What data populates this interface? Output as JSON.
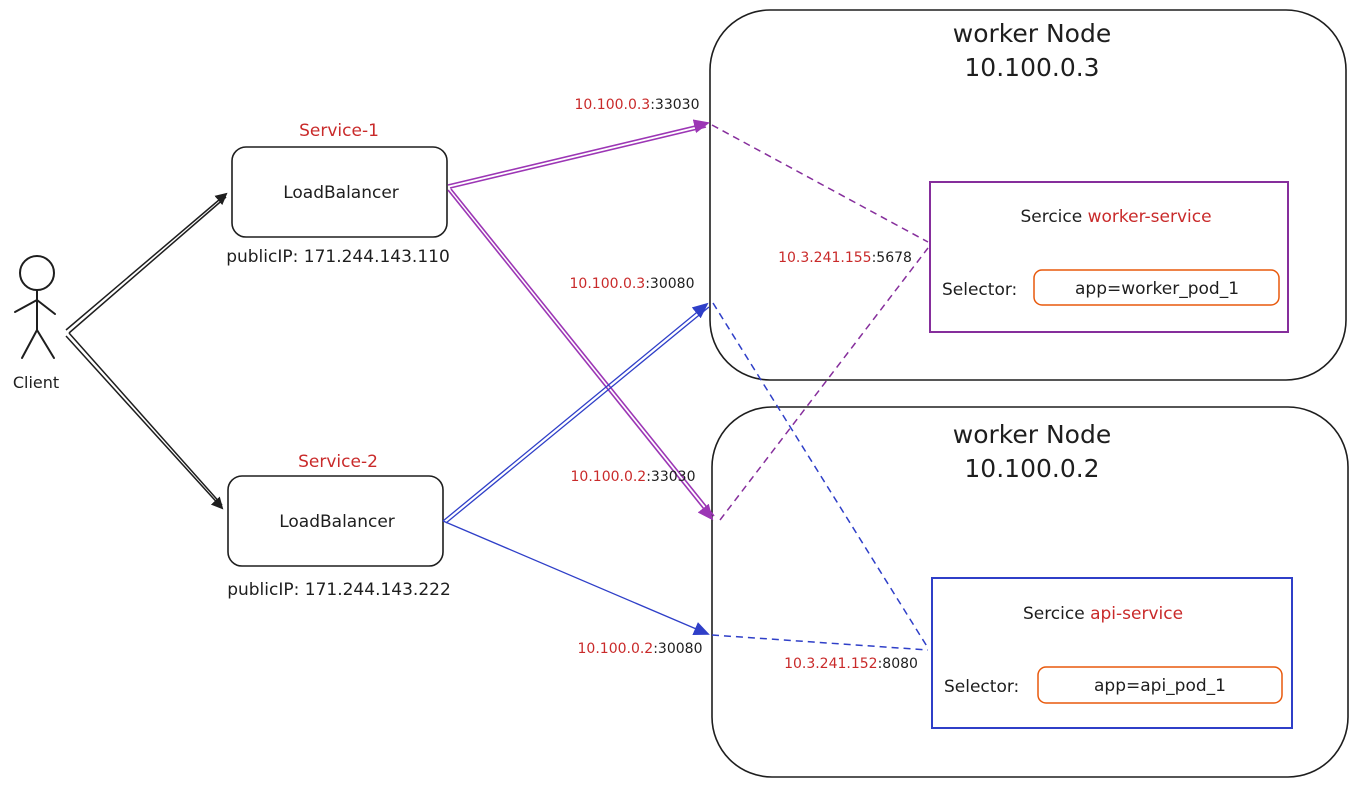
{
  "client": {
    "label": "Client"
  },
  "services": [
    {
      "name": "Service-1",
      "box_label": "LoadBalancer",
      "public_ip_prefix": "publicIP:",
      "public_ip": "171.244.143.110"
    },
    {
      "name": "Service-2",
      "box_label": "LoadBalancer",
      "public_ip_prefix": "publicIP:",
      "public_ip": "171.244.143.222"
    }
  ],
  "nodes": [
    {
      "title": "worker Node",
      "ip": "10.100.0.3",
      "service_prefix": "Sercice",
      "service_name": "worker-service",
      "selector_label": "Selector:",
      "selector_value": "app=worker_pod_1"
    },
    {
      "title": "worker Node",
      "ip": "10.100.0.2",
      "service_prefix": "Sercice",
      "service_name": "api-service",
      "selector_label": "Selector:",
      "selector_value": "app=api_pod_1"
    }
  ],
  "ports": {
    "n3_33030": {
      "ip": "10.100.0.3",
      "port": ":33030"
    },
    "n3_30080": {
      "ip": "10.100.0.3",
      "port": ":30080"
    },
    "n2_33030": {
      "ip": "10.100.0.2",
      "port": ":33030"
    },
    "n2_30080": {
      "ip": "10.100.0.2",
      "port": ":30080"
    },
    "worker_cluster": {
      "ip": "10.3.241.155",
      "port": ":5678"
    },
    "api_cluster": {
      "ip": "10.3.241.152",
      "port": ":8080"
    }
  },
  "colors": {
    "highlight_text": "#c92a2a",
    "service1_arrows": "#9c36b5",
    "service2_arrows": "#2f3fc8",
    "selector_border": "#e8590c",
    "ink": "#1e1e1e"
  }
}
